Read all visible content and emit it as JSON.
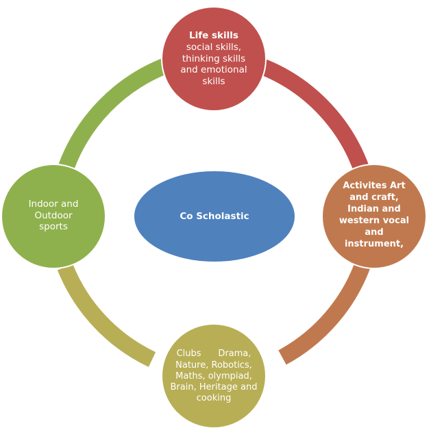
{
  "center": {
    "label": "Co Scholastic",
    "color": "#4f81bd"
  },
  "nodes": {
    "top": {
      "title": "Life skills",
      "lines": [
        "social skills,",
        "thinking skills",
        "and emotional",
        "skills"
      ],
      "color": "#c0504d"
    },
    "right": {
      "lines": [
        "Activites Art",
        "and craft,",
        "Indian and",
        "western vocal",
        "and",
        "instrument,"
      ],
      "color": "#c0794e"
    },
    "bottom": {
      "lines": [
        "Clubs      Drama,",
        "Nature, Robotics,",
        "Maths, olympiad,",
        "Brain, Heritage and",
        "cooking"
      ],
      "color": "#b8ae55"
    },
    "left": {
      "lines": [
        "Indoor and",
        "Outdoor",
        "sports"
      ],
      "color": "#8fb14d"
    }
  },
  "arcs": {
    "top_right": "#c0504d",
    "right_bottom": "#c0794e",
    "bottom_left": "#b8ae55",
    "left_top": "#8fb14d"
  }
}
